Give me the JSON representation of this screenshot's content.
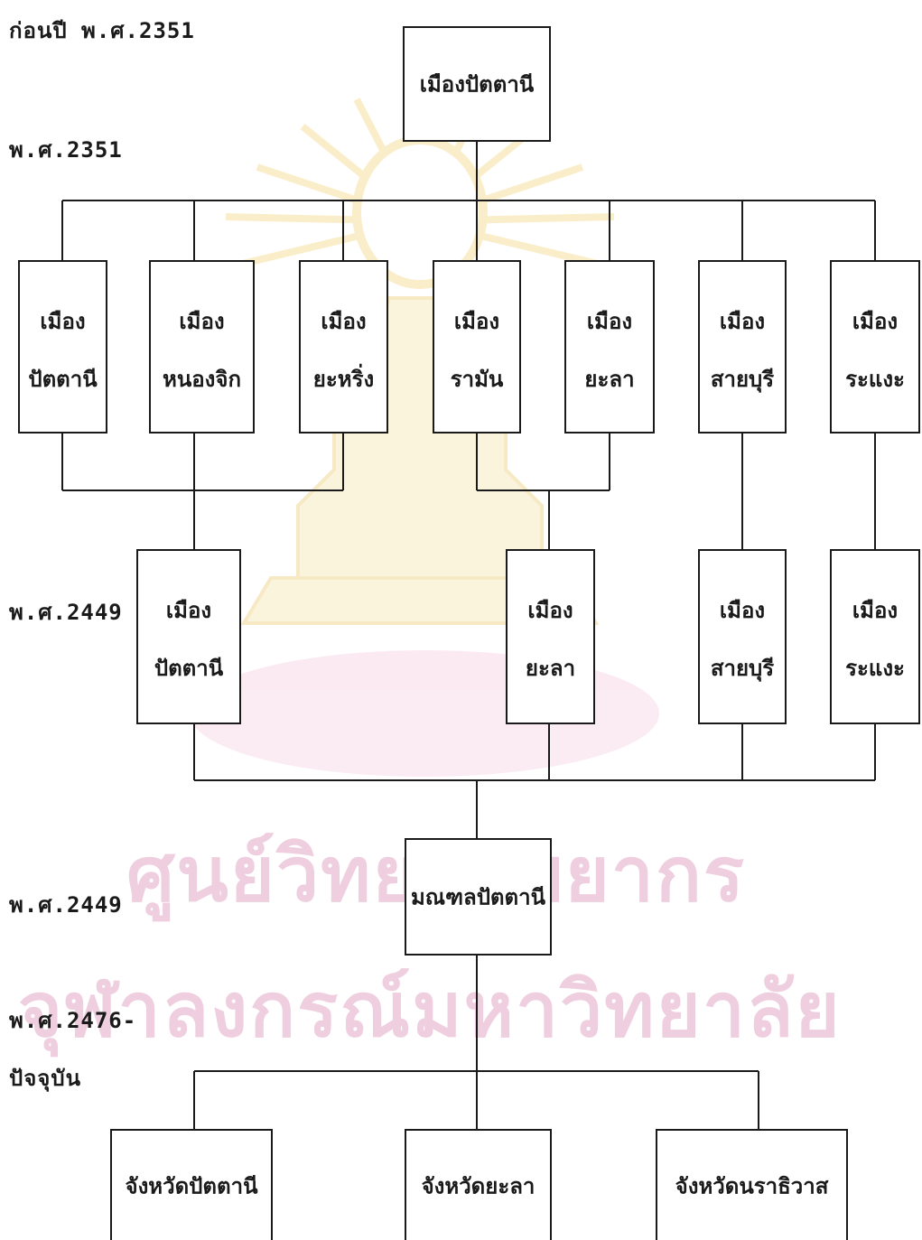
{
  "eras": {
    "before_2351": "ก่อนปี พ.ศ.2351",
    "year_2351": "พ.ศ.2351",
    "year_2449_a": "พ.ศ.2449",
    "year_2449_b": "พ.ศ.2449",
    "year_2476_line1": "พ.ศ.2476-",
    "year_2476_line2": "ปัจจุบัน"
  },
  "root": {
    "label": "เมืองปัตตานี"
  },
  "towns_2351": [
    {
      "l1": "เมือง",
      "l2": "ปัตตานี"
    },
    {
      "l1": "เมือง",
      "l2": "หนองจิก"
    },
    {
      "l1": "เมือง",
      "l2": "ยะหริ่ง"
    },
    {
      "l1": "เมือง",
      "l2": "รามัน"
    },
    {
      "l1": "เมือง",
      "l2": "ยะลา"
    },
    {
      "l1": "เมือง",
      "l2": "สายบุรี"
    },
    {
      "l1": "เมือง",
      "l2": "ระแงะ"
    }
  ],
  "towns_2449": [
    {
      "l1": "เมือง",
      "l2": "ปัตตานี"
    },
    {
      "l1": "เมือง",
      "l2": "ยะลา"
    },
    {
      "l1": "เมือง",
      "l2": "สายบุรี"
    },
    {
      "l1": "เมือง",
      "l2": "ระแงะ"
    }
  ],
  "monthon": {
    "label": "มณฑลปัตตานี"
  },
  "provinces": [
    {
      "label": "จังหวัดปัตตานี"
    },
    {
      "label": "จังหวัดยะลา"
    },
    {
      "label": "จังหวัดนราธิวาส"
    }
  ],
  "watermark": {
    "line1": "ศูนย์วิทยทรัพยากร",
    "line2": "จุฬาลงกรณ์มหาวิทยาลัย"
  },
  "colors": {
    "ink": "#1a1a1a",
    "watermark_pink": "#e3a9c6",
    "emblem_gold": "#f2cf6a"
  }
}
